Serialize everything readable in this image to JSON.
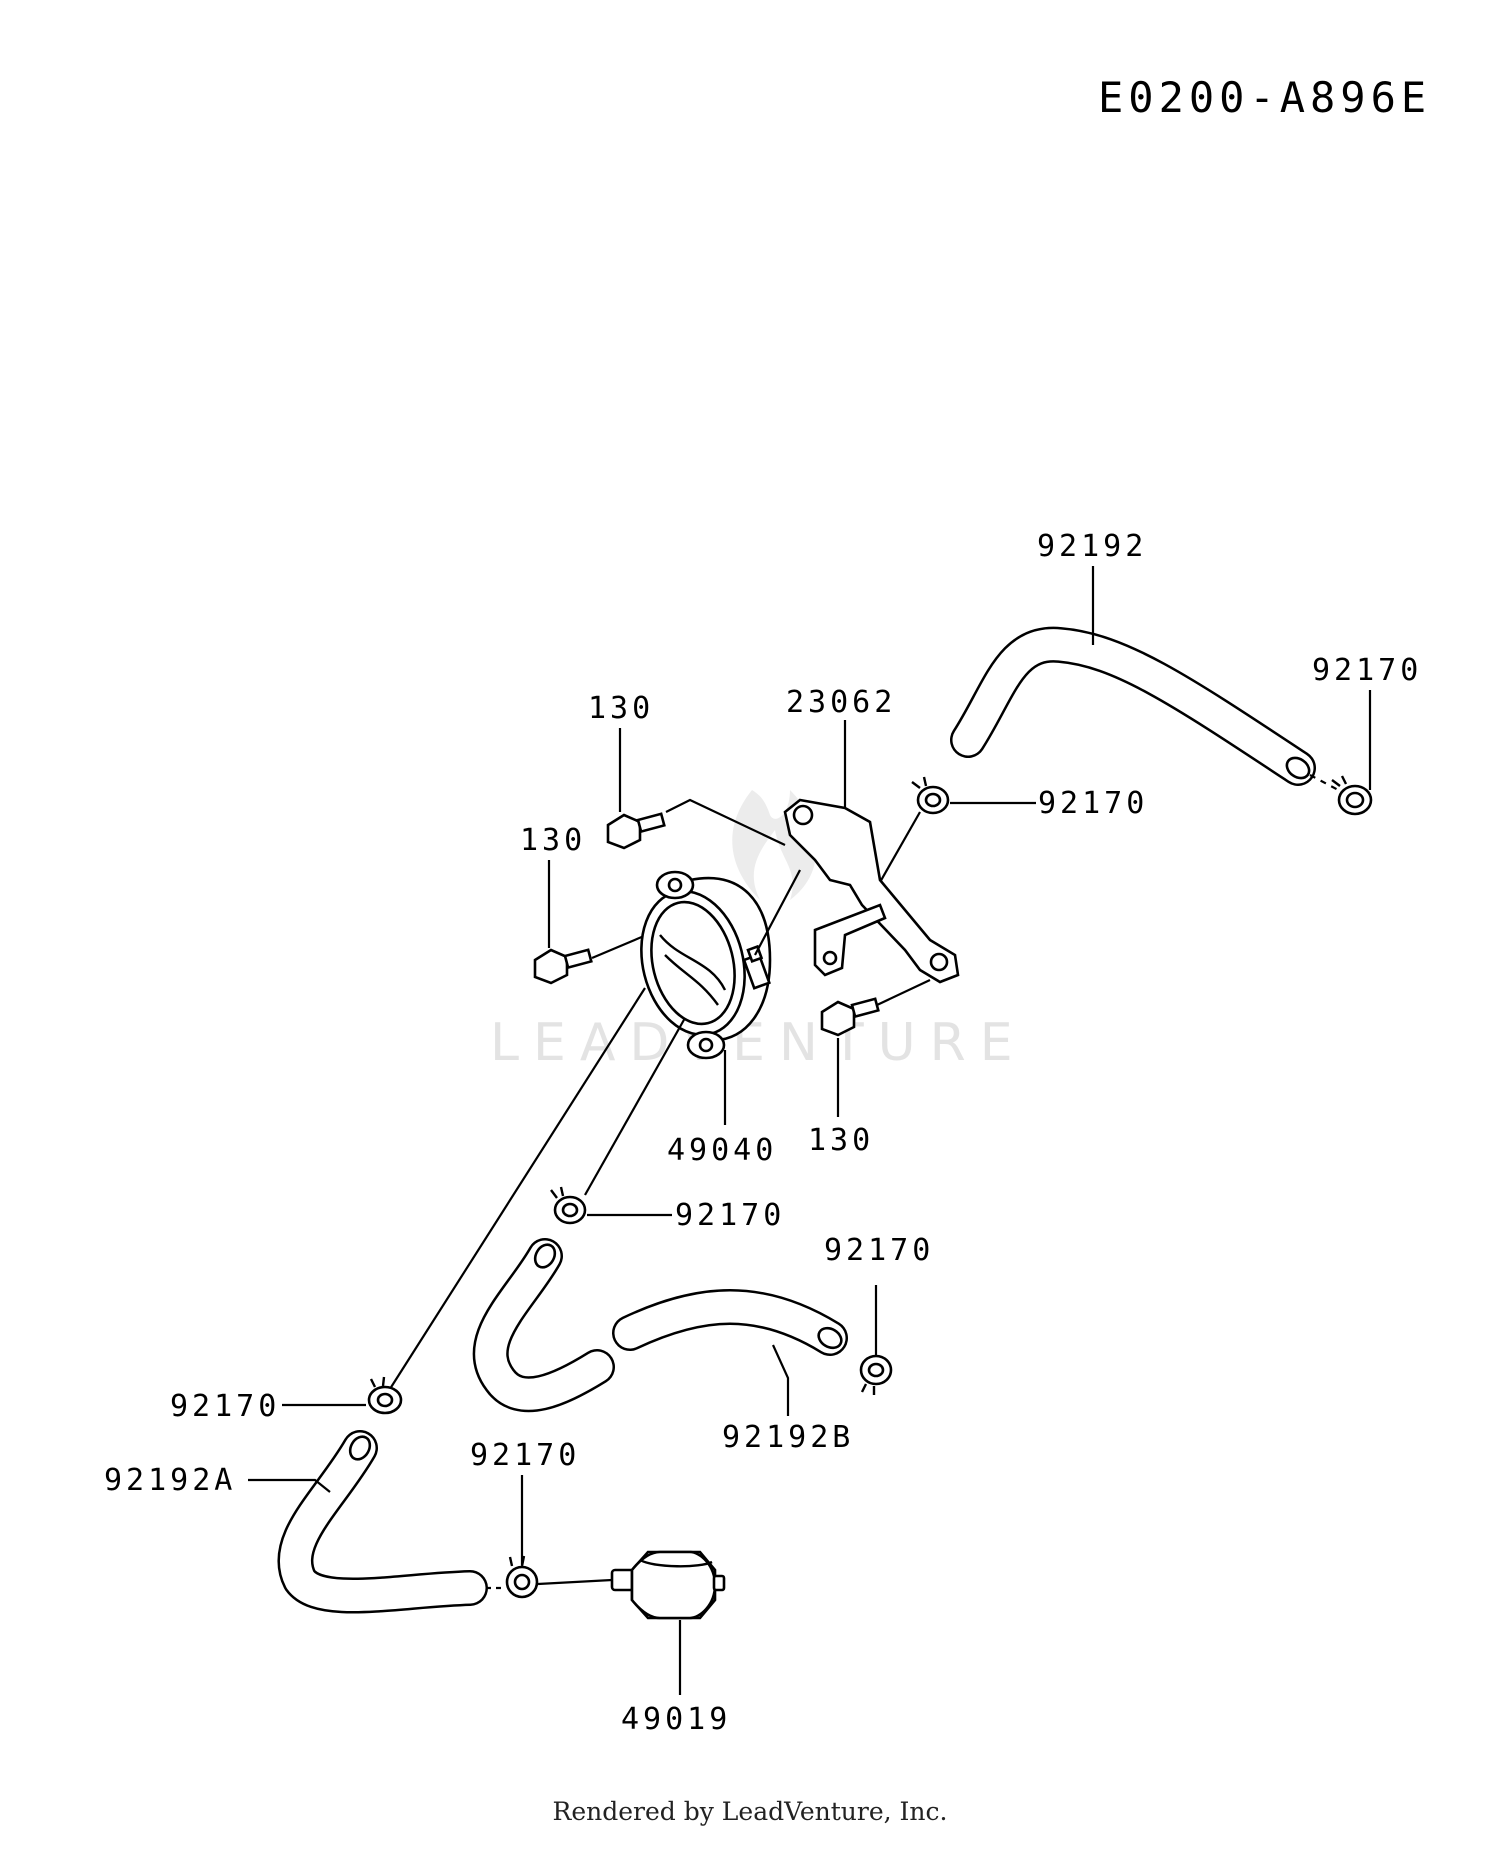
{
  "diagram_code": "E0200-A896E",
  "watermark": "LEADVENTURE",
  "footer": "Rendered by LeadVenture, Inc.",
  "labels": {
    "hose_top": "92192",
    "clamp_top_right": "92170",
    "clamp_upper_mid": "92170",
    "bracket": "23062",
    "bolt_top": "130",
    "bolt_left": "130",
    "bolt_bottom": "130",
    "fuel_pump": "49040",
    "clamp_mid": "92170",
    "clamp_right": "92170",
    "hose_b": "92192B",
    "clamp_left": "92170",
    "hose_a": "92192A",
    "clamp_filter": "92170",
    "fuel_filter": "49019"
  }
}
